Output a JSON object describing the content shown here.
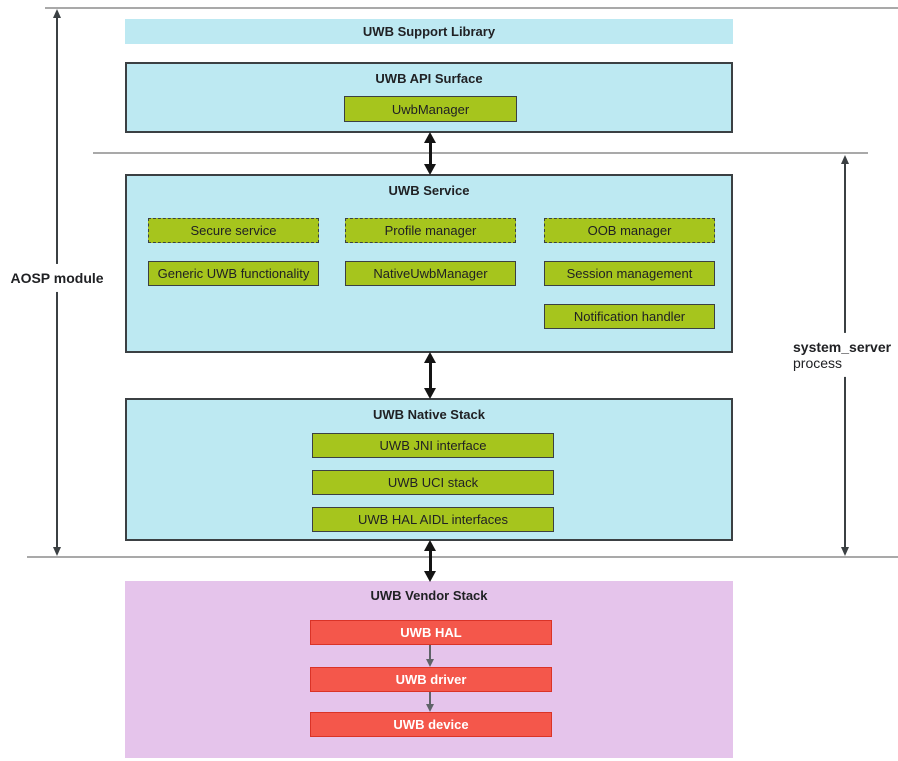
{
  "palette": {
    "cyan_fill": "#BDE9F2",
    "purple_fill": "#E5C4EB",
    "green_fill": "#A6C51D",
    "red_fill": "#F4574B",
    "red_border": "#DA3327",
    "box_border_dark": "#3B4043",
    "boundary_line_gray": "#A9A9A9",
    "arrow_black": "#141414",
    "arrow_gray": "#5F6368",
    "text_dark": "#202124",
    "text_white": "#FFFFFF"
  },
  "icons": {
    "bidirectional_arrow": "↕",
    "down_arrow": "↓",
    "extent_arrow": "↕"
  },
  "side_labels": {
    "left": "AOSP module",
    "right_line1": "system_server",
    "right_line2": "process"
  },
  "support_library": {
    "title": "UWB Support Library"
  },
  "api_surface": {
    "title": "UWB API Surface",
    "items": [
      "UwbManager"
    ]
  },
  "service": {
    "title": "UWB Service",
    "dashed_items": [
      "Secure service",
      "Profile manager",
      "OOB manager"
    ],
    "solid_items": [
      "Generic UWB functionality",
      "NativeUwbManager",
      "Session management"
    ],
    "extra_item": "Notification handler"
  },
  "native_stack": {
    "title": "UWB Native Stack",
    "items": [
      "UWB JNI interface",
      "UWB UCI stack",
      "UWB HAL AIDL interfaces"
    ]
  },
  "vendor_stack": {
    "title": "UWB Vendor Stack",
    "items": [
      "UWB HAL",
      "UWB driver",
      "UWB device"
    ]
  }
}
